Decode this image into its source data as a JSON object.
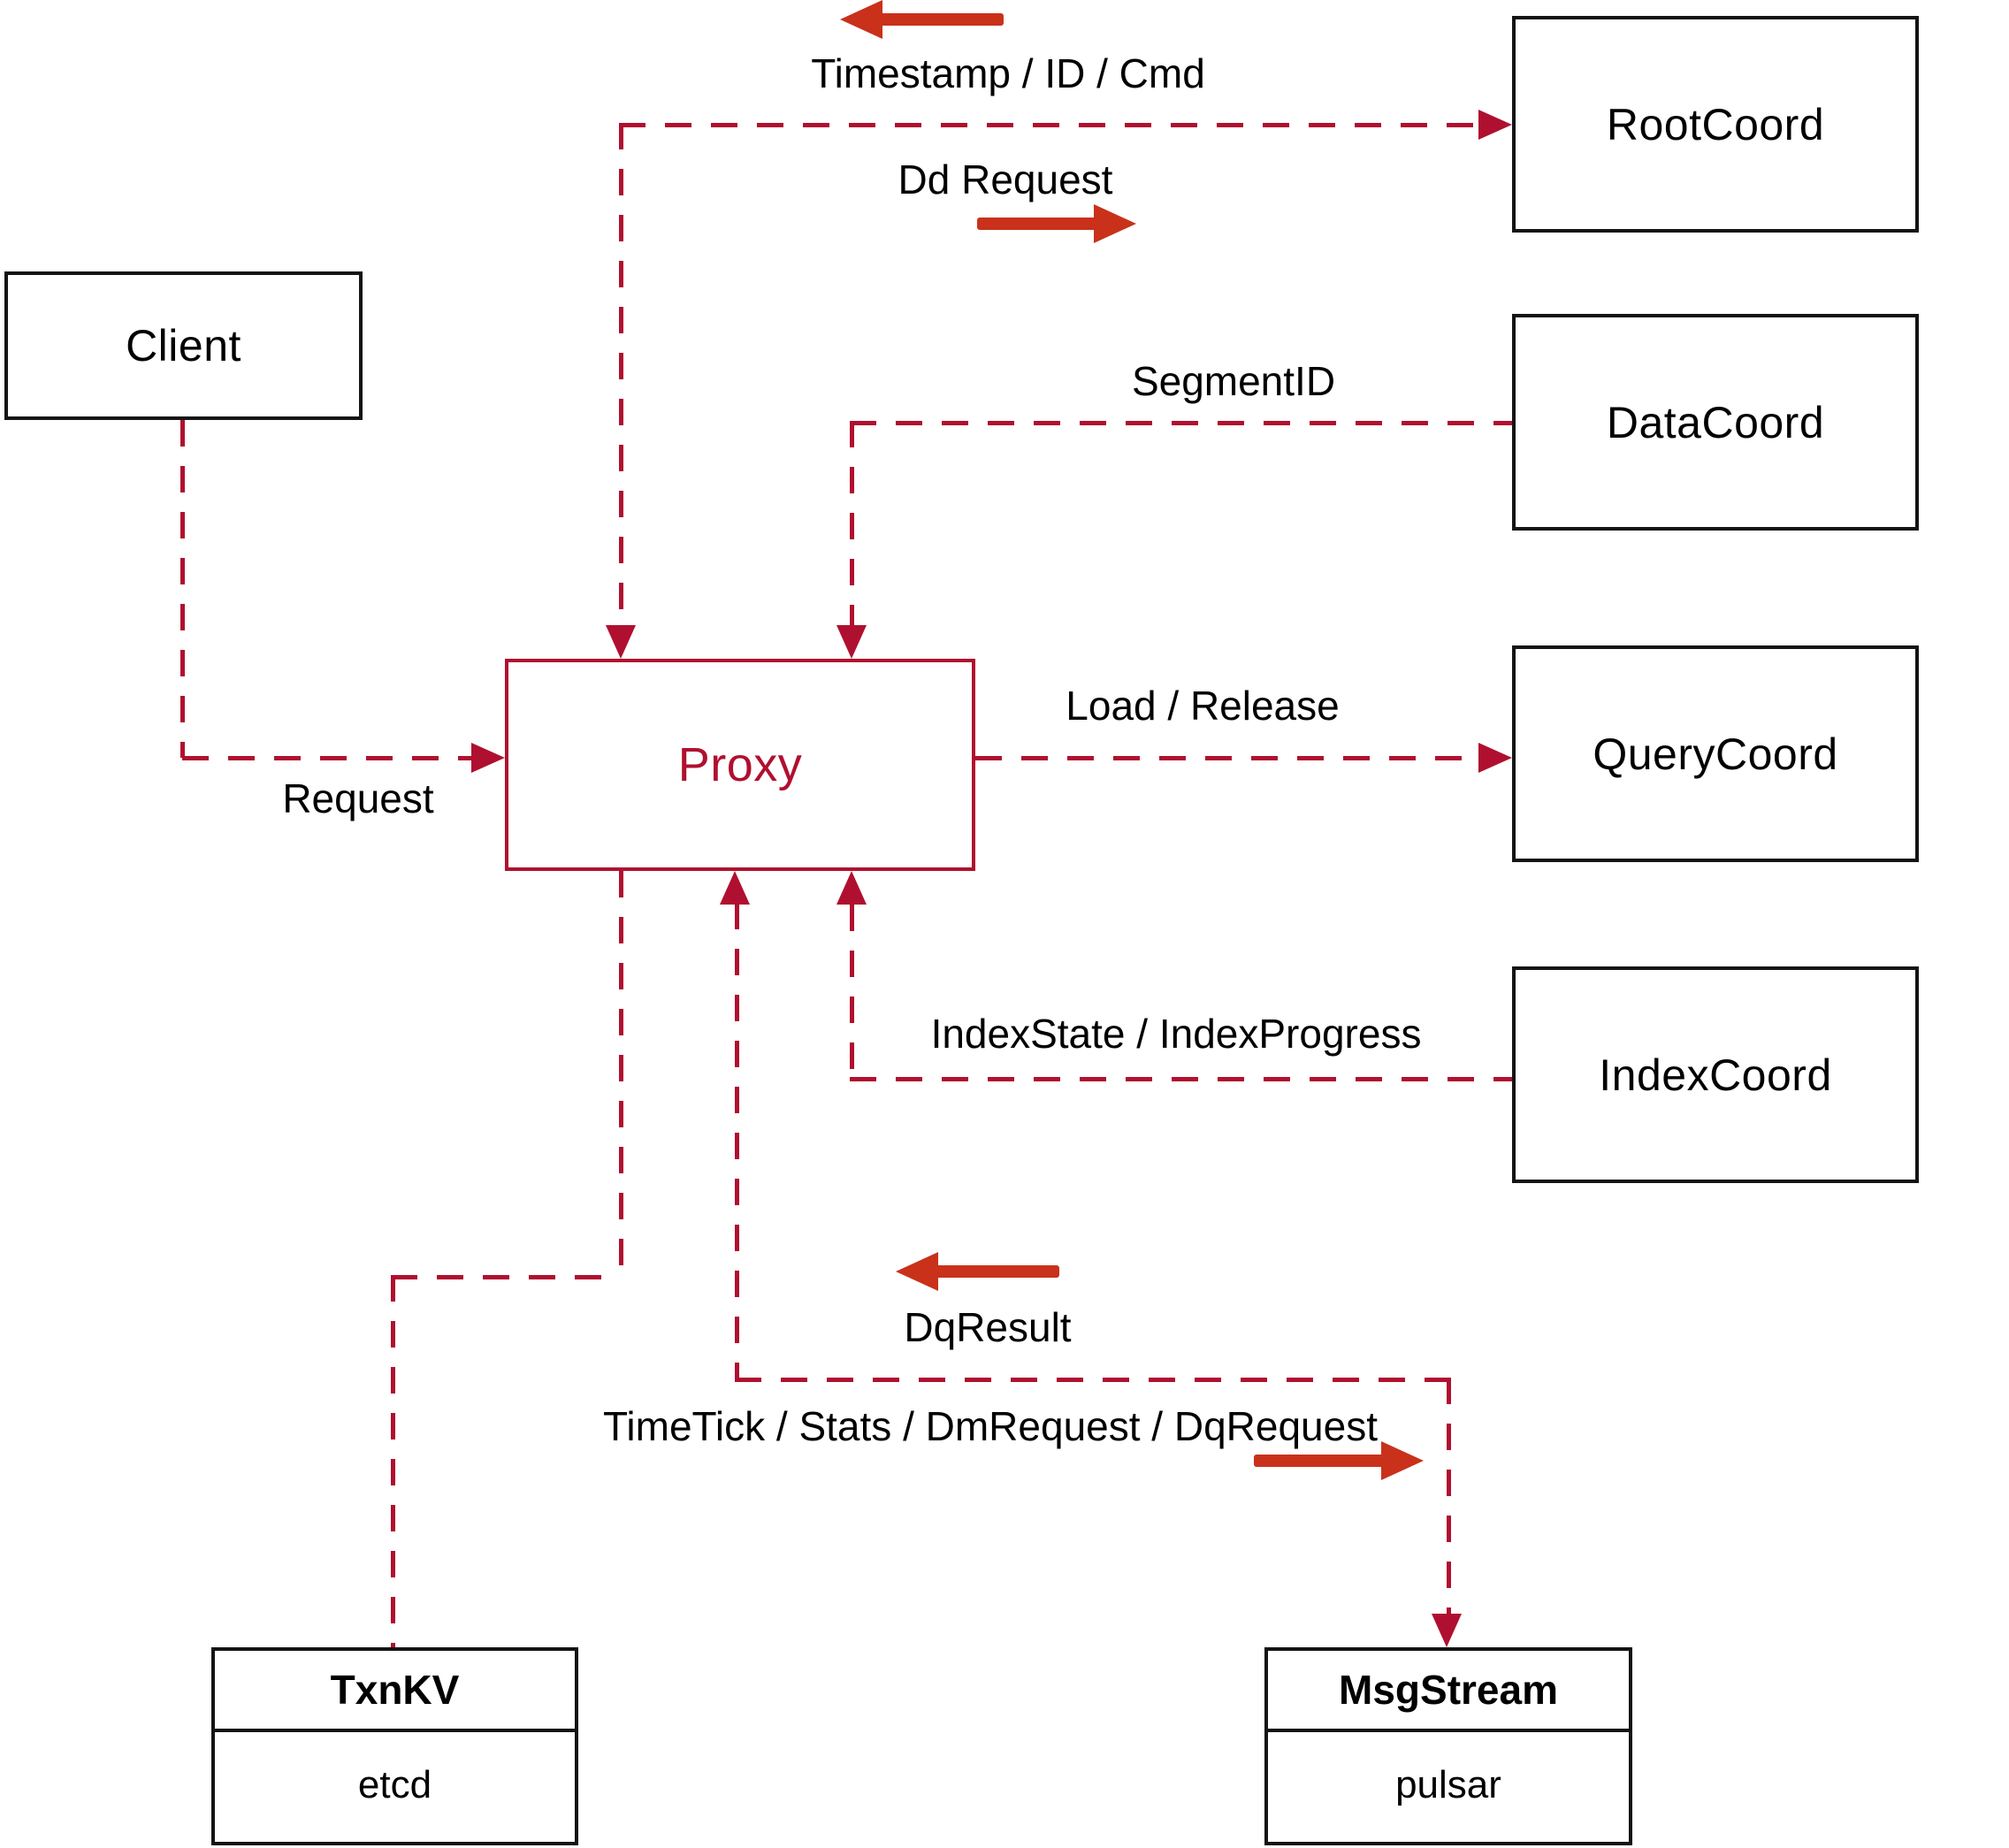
{
  "colors": {
    "line_red": "#b0102f",
    "arrow_red": "#c9311b",
    "box_border": "#141414",
    "background": "#ffffff",
    "text": "#000000"
  },
  "nodes": {
    "client": {
      "label": "Client"
    },
    "proxy": {
      "label": "Proxy"
    },
    "root_coord": {
      "label": "RootCoord"
    },
    "data_coord": {
      "label": "DataCoord"
    },
    "query_coord": {
      "label": "QueryCoord"
    },
    "index_coord": {
      "label": "IndexCoord"
    },
    "txn_kv": {
      "title": "TxnKV",
      "impl": "etcd"
    },
    "msg_stream": {
      "title": "MsgStream",
      "impl": "pulsar"
    }
  },
  "edge_labels": {
    "timestamp_id_cmd": "Timestamp / ID / Cmd",
    "dd_request": "Dd Request",
    "segment_id": "SegmentID",
    "load_release": "Load / Release",
    "index_state_progress": "IndexState / IndexProgress",
    "request": "Request",
    "dq_result": "DqResult",
    "timetick_stats": "TimeTick / Stats / DmRequest / DqRequest"
  }
}
